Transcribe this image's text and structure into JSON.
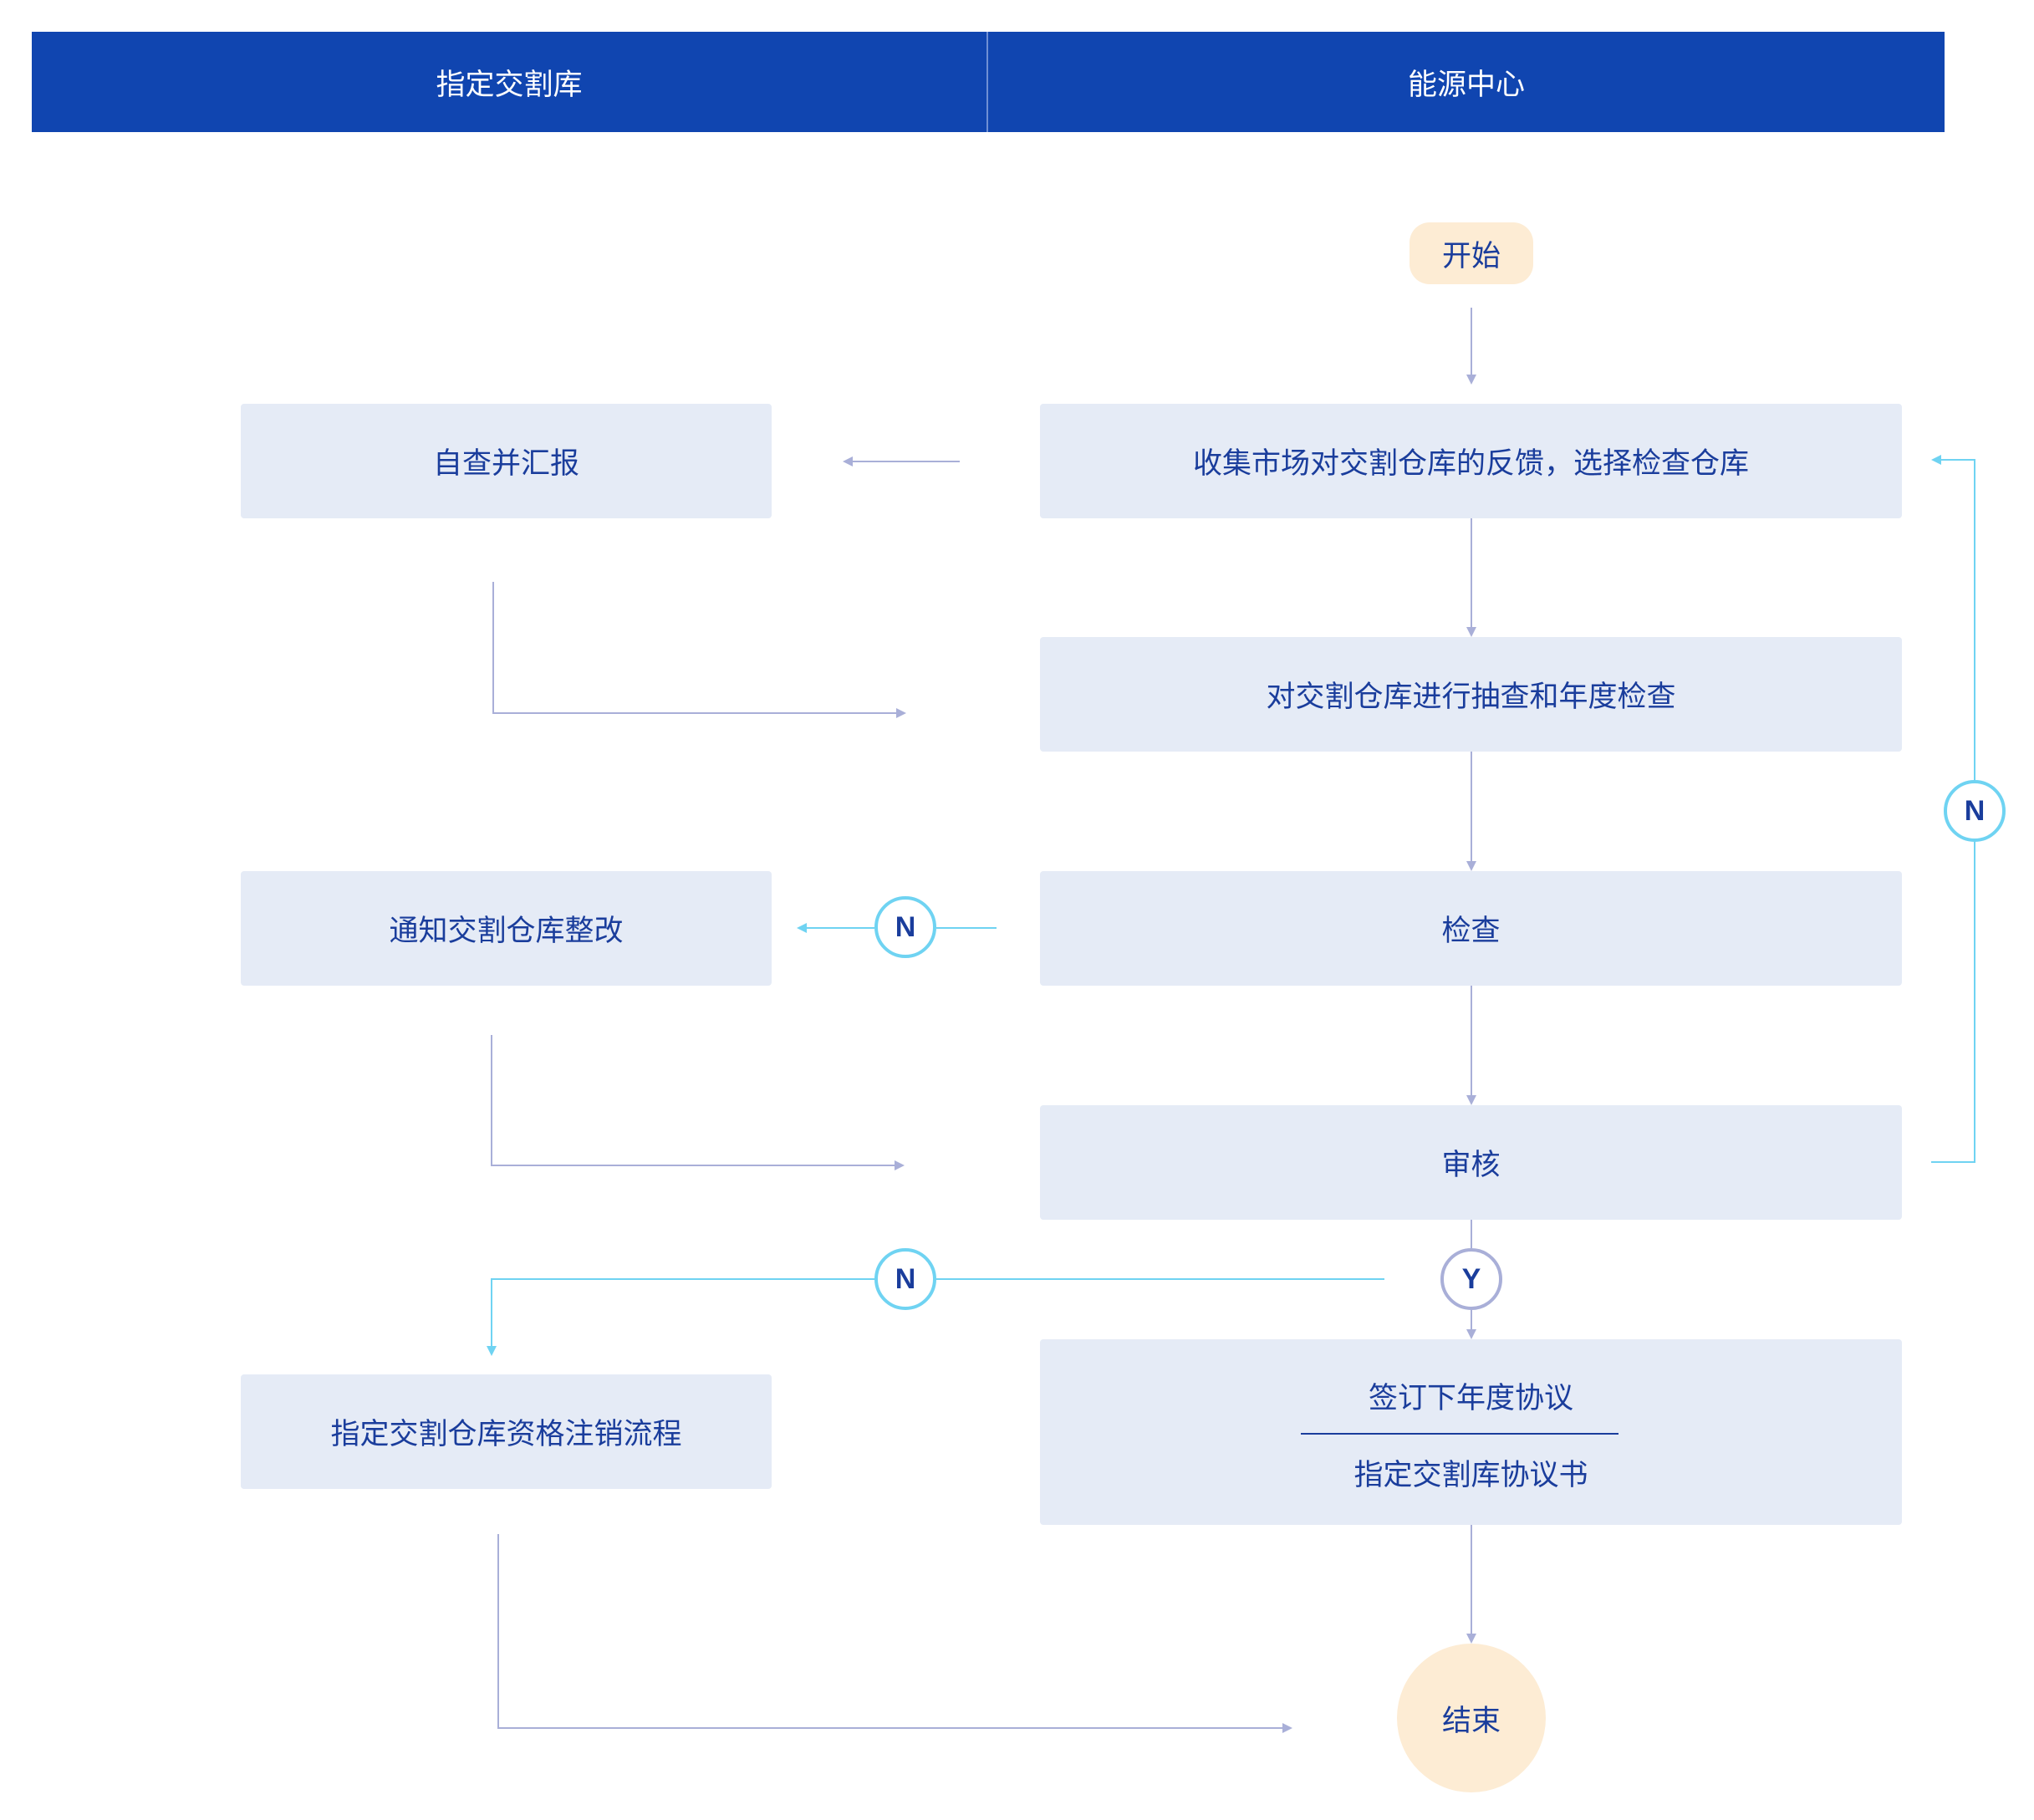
{
  "lanes": {
    "left": "指定交割库",
    "right": "能源中心"
  },
  "nodes": {
    "start": "开始",
    "collect": "收集市场对交割仓库的反馈，选择检查仓库",
    "self_check": "自查并汇报",
    "inspect_plan": "对交割仓库进行抽查和年度检查",
    "notify": "通知交割仓库整改",
    "check": "检查",
    "review": "审核",
    "cancel": "指定交割仓库资格注销流程",
    "sign_line1": "签订下年度协议",
    "sign_line2": "指定交割库协议书",
    "end": "结束"
  },
  "decisions": {
    "review_no_loop": "N",
    "check_no": "N",
    "review_no": "N",
    "review_yes": "Y"
  },
  "colors": {
    "header": "#1045b0",
    "box_fill": "#e5ebf6",
    "text": "#1a3d9c",
    "terminal_fill": "#fdecd4",
    "connector_grey": "#a9afd8",
    "connector_cyan": "#6fd3f2"
  }
}
